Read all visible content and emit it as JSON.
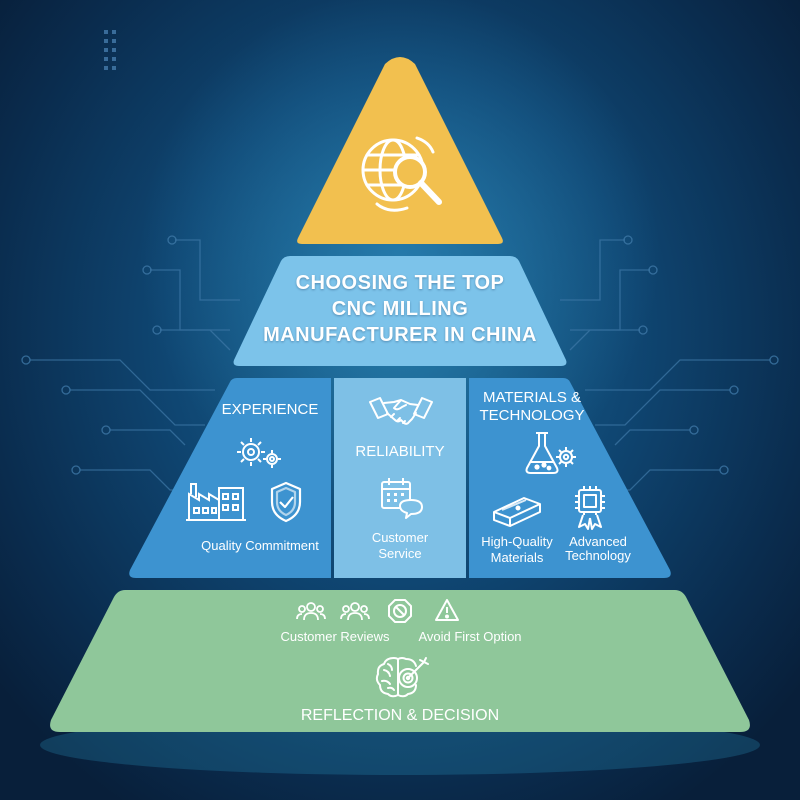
{
  "top_tier": {
    "icon": "globe-search-icon",
    "color": "#f2c04f"
  },
  "title_tier": {
    "title_line1": "CHOOSING THE TOP",
    "title_line2": "CNC MILLING",
    "title_line3": "MANUFACTURER IN CHINA",
    "color": "#7cc3ea"
  },
  "middle_tier": {
    "color_left": "#3d93d0",
    "color_center": "#7ec0e6",
    "color_right": "#3d93d0",
    "experience": {
      "heading": "EXPERIENCE",
      "caption": "Quality Commitment",
      "icons": [
        "gears-icon",
        "factory-icon",
        "shield-check-icon"
      ]
    },
    "reliability": {
      "heading": "RELIABILITY",
      "caption_line1": "Customer",
      "caption_line2": "Service",
      "icons": [
        "handshake-icon",
        "calendar-chat-icon"
      ]
    },
    "materials": {
      "heading_line1": "MATERIALS &",
      "heading_line2": "TECHNOLOGY",
      "caption_left_line1": "High-Quality",
      "caption_left_line2": "Materials",
      "caption_right_line1": "Advanced",
      "caption_right_line2": "Technology",
      "icons": [
        "flask-gear-icon",
        "material-block-icon",
        "chip-award-icon"
      ]
    }
  },
  "bottom_tier": {
    "color": "#8fc79a",
    "caption_left": "Customer Reviews",
    "caption_right": "Avoid First Option",
    "title": "REFLECTION & DECISION",
    "icons": [
      "people-group-icon",
      "people-group-icon",
      "no-symbol-icon",
      "warning-icon",
      "brain-target-icon"
    ]
  }
}
